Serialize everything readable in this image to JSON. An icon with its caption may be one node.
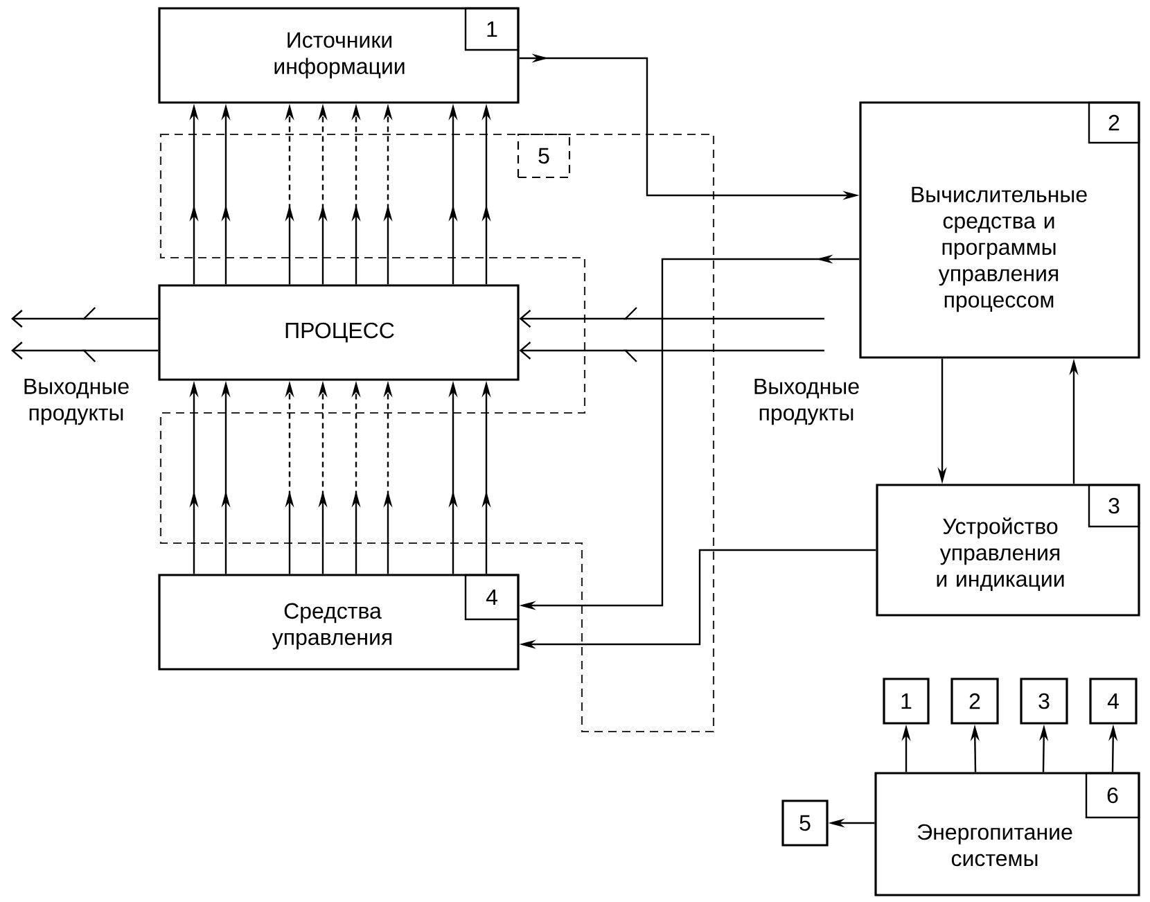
{
  "diagram": {
    "nodes": [
      {
        "text": [
          "Источники информации",
          "1"
        ]
      },
      {
        "text": [
          "5"
        ]
      },
      {
        "text": [
          "Вычислительные средства и программы управления процессом",
          "2"
        ]
      },
      {
        "text": [
          "ПРОЦЕСС"
        ]
      },
      {
        "text": [
          "Средства управления",
          "4"
        ]
      },
      {
        "text": [
          "Устройство управления и индикации",
          "3"
        ]
      },
      {
        "text": [
          "1"
        ]
      },
      {
        "text": [
          "2"
        ]
      },
      {
        "text": [
          "3"
        ]
      },
      {
        "text": [
          "4"
        ]
      },
      {
        "text": [
          "5"
        ]
      },
      {
        "text": [
          "Энергопитание системы",
          "6"
        ]
      }
    ],
    "edges": [
      {
        "from": 0,
        "to": 2,
        "arrow": "to"
      },
      {
        "from": 2,
        "to": 4,
        "arrow": "to"
      },
      {
        "from": 5,
        "to": 4,
        "arrow": "to"
      },
      {
        "from": 2,
        "to": 5,
        "arrow": "to"
      },
      {
        "from": 5,
        "to": 2,
        "arrow": "to"
      },
      {
        "from": 3,
        "to": 0,
        "arrow": "to"
      },
      {
        "from": 3,
        "to": 0,
        "arrow": "to"
      },
      {
        "from": 3,
        "to": 0,
        "arrow": "to",
        "style": "dashed"
      },
      {
        "from": 3,
        "to": 0,
        "arrow": "to",
        "style": "dashed"
      },
      {
        "from": 3,
        "to": 0,
        "arrow": "to",
        "style": "dashed"
      },
      {
        "from": 3,
        "to": 0,
        "arrow": "to",
        "style": "dashed"
      },
      {
        "from": 3,
        "to": 0,
        "arrow": "to"
      },
      {
        "from": 3,
        "to": 0,
        "arrow": "to"
      },
      {
        "from": 4,
        "to": 3,
        "arrow": "to"
      },
      {
        "from": 4,
        "to": 3,
        "arrow": "to"
      },
      {
        "from": 4,
        "to": 3,
        "arrow": "to",
        "style": "dashed"
      },
      {
        "from": 4,
        "to": 3,
        "arrow": "to",
        "style": "dashed"
      },
      {
        "from": 4,
        "to": 3,
        "arrow": "to",
        "style": "dashed"
      },
      {
        "from": 4,
        "to": 3,
        "arrow": "to",
        "style": "dashed"
      },
      {
        "from": 4,
        "to": 3,
        "arrow": "to"
      },
      {
        "from": 4,
        "to": 3,
        "arrow": "to"
      },
      {
        "from": 3,
        "to": null,
        "arrow": "to"
      },
      {
        "from": 3,
        "to": null,
        "arrow": "to"
      },
      {
        "from": null,
        "to": 3,
        "arrow": "to"
      },
      {
        "from": null,
        "to": 3,
        "arrow": "to"
      },
      {
        "from": 11,
        "to": 6,
        "arrow": "to"
      },
      {
        "from": 11,
        "to": 7,
        "arrow": "to"
      },
      {
        "from": 11,
        "to": 8,
        "arrow": "to"
      },
      {
        "from": 11,
        "to": 9,
        "arrow": "to"
      },
      {
        "from": 11,
        "to": 10,
        "arrow": "to"
      }
    ],
    "labels": [
      "Выходные продукты",
      "Выходные продукты"
    ]
  }
}
